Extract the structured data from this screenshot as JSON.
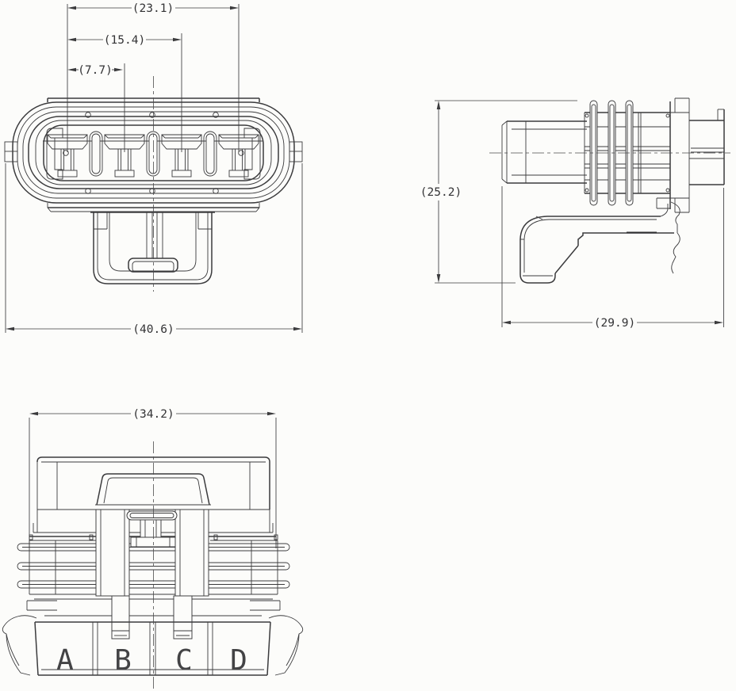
{
  "colors": {
    "line": "#3b3b3d",
    "background": "#fcfcfa"
  },
  "front_view": {
    "dim_pitch_1": "(7.7)",
    "dim_pitch_2": "(15.4)",
    "dim_pitch_3": "(23.1)",
    "dim_overall_width": "(40.6)"
  },
  "side_view": {
    "dim_height": "(25.2)",
    "dim_depth": "(29.9)"
  },
  "bottom_view": {
    "dim_width": "(34.2)",
    "cavities": [
      "A",
      "B",
      "C",
      "D"
    ]
  }
}
